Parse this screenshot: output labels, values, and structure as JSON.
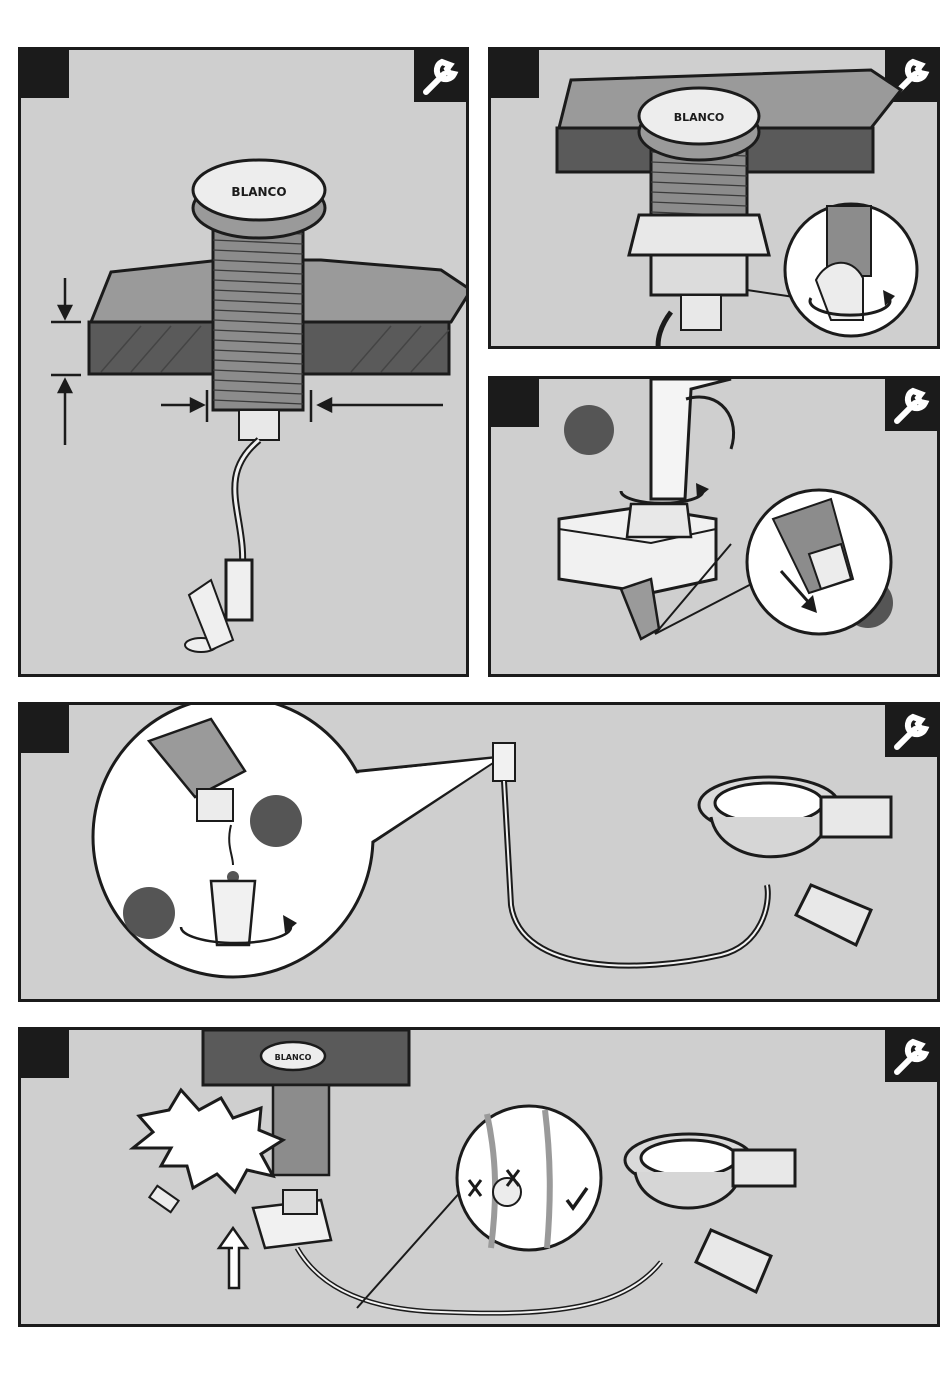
{
  "brand_label": "BLANCO",
  "panels": [
    {
      "id": 1,
      "has_tool_icon": true
    },
    {
      "id": 2,
      "has_tool_icon": true
    },
    {
      "id": 3,
      "has_tool_icon": true
    },
    {
      "id": 4,
      "has_tool_icon": true
    },
    {
      "id": 5,
      "has_tool_icon": true
    }
  ],
  "icons": [
    "wrench-icon",
    "check-mark-icon",
    "cross-mark-icon",
    "arrow-up-icon",
    "rotate-arrow-icon"
  ],
  "colors": {
    "panel_bg": "#cfcfcf",
    "outline": "#1b1b1b",
    "dark_marker": "#555555",
    "countertop": "#5a5a5a"
  }
}
